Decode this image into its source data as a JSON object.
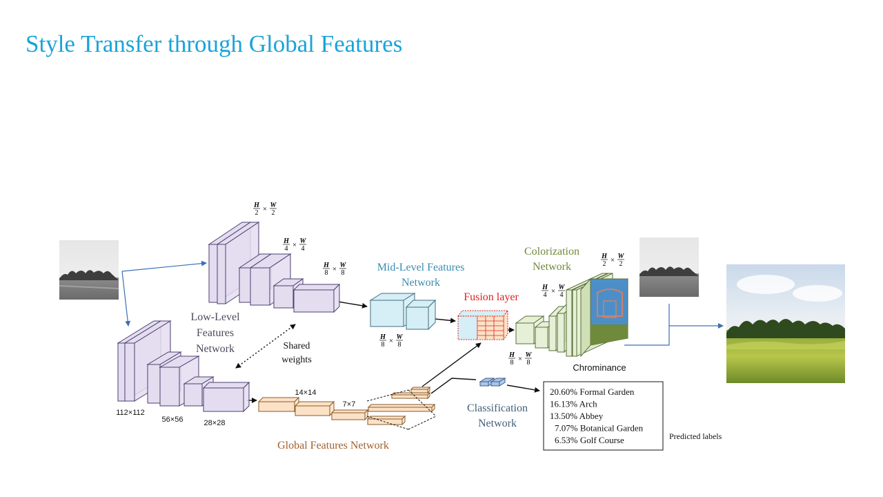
{
  "slide": {
    "title": "Style Transfer through Global Features"
  },
  "diagram": {
    "low_level": {
      "label": [
        "Low-Level",
        "Features",
        "Network"
      ]
    },
    "mid_level": {
      "label": [
        "Mid-Level Features",
        "Network"
      ]
    },
    "fusion": {
      "label": "Fusion layer"
    },
    "colorization": {
      "label": [
        "Colorization",
        "Network"
      ],
      "output_label": "Chrominance"
    },
    "global_features": {
      "label": "Global Features Network"
    },
    "classification": {
      "label": [
        "Classification",
        "Network"
      ]
    },
    "shared_weights": [
      "Shared",
      "weights"
    ],
    "sizes": {
      "s112": "112×112",
      "s56": "56×56",
      "s28": "28×28",
      "s14": "14×14",
      "s7": "7×7"
    },
    "fractions": {
      "h2w2": {
        "h": "H",
        "hd": "2",
        "w": "W",
        "wd": "2"
      },
      "h4w4": {
        "h": "H",
        "hd": "4",
        "w": "W",
        "wd": "4"
      },
      "h8w8": {
        "h": "H",
        "hd": "8",
        "w": "W",
        "wd": "8"
      },
      "times": "×"
    },
    "predicted_labels": {
      "caption": "Predicted labels",
      "items": [
        "20.60% Formal Garden",
        "16.13% Arch",
        "13.50% Abbey",
        "7.07% Botanical Garden",
        "6.53% Golf Course"
      ]
    },
    "colors": {
      "title": "#1aa3d9",
      "low_level_fill": "#e4ddf0",
      "low_level_stroke": "#4a3e6e",
      "mid_level_fill": "#d6eef5",
      "mid_level_stroke": "#3f6f80",
      "fusion_red": "#e02020",
      "colorization_fill": "#e6f0d6",
      "colorization_stroke": "#5a6e3a",
      "global_fill": "#fbe2c6",
      "global_stroke": "#8a5a2a",
      "global_label": "#a0602a",
      "mid_label": "#3a8ab0",
      "classification_fill": "#a9c6e8",
      "classification_label": "#3e5f7a"
    }
  }
}
